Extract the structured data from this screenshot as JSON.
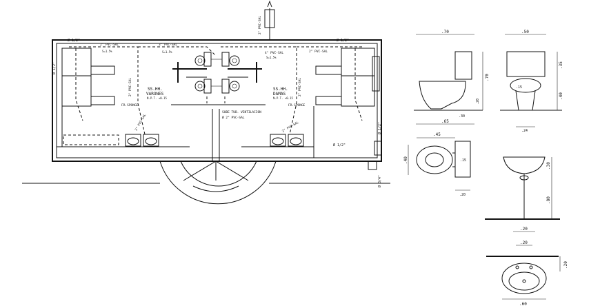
{
  "plan": {
    "left_room": {
      "title": "SS.HH.",
      "subtitle": "VARONES",
      "code": "N.P.T. +0.15",
      "sponge": "FR.SPONGE",
      "pipe_top_1": "2\" PVC-SAL",
      "pipe_top_2": "3\" PVC-SAL",
      "pipe_side": "2\" PVC-SAL",
      "slope": "S=1.5%"
    },
    "right_room": {
      "title": "SS.HH.",
      "subtitle": "DAMAS",
      "code": "N.P.T. +0.15",
      "sponge": "FR.SPONGE",
      "pipe_top_1": "4\" PVC-SAL",
      "pipe_top_2": "2\" PVC-SAL",
      "pipe_side": "2\" PVC-SAL",
      "slope": "S=1.5%"
    },
    "center": {
      "vent_1": "SUBE TUB. VENTILACION",
      "vent_2": "Ø 2\" PVC-SAL",
      "riser_label": "2\" PVC-SAL"
    },
    "corner_tl": "Ø 1/2\"",
    "corner_tr": "Ø 1/2\"",
    "side_r1": "Ø 1/2\"",
    "side_r2": "Ø 1/2\"",
    "side_r3": "Ø 3/4\"",
    "side_l": "Ø 1/2\""
  },
  "dims": {
    "wc_side_top": ".70",
    "wc_side_bottom": ".65",
    "wc_side_height": ".70",
    "wc_side_small": ".20",
    "wc_side_inner": ".30",
    "wc_front_top": ".50",
    "wc_front_h1": ".35",
    "wc_front_h2": ".40",
    "wc_front_inner": ".15",
    "wc_front_bottom": ".24",
    "wc_plan_top": ".45",
    "wc_plan_left": ".40",
    "wc_plan_inner": ".15",
    "wc_plan_bottom": ".20",
    "sink_front_h1": ".30",
    "sink_front_h2": ".80",
    "sink_plan_top1": ".20",
    "sink_plan_top2": ".20",
    "sink_plan_side": ".20",
    "sink_plan_bottom": ".60"
  }
}
